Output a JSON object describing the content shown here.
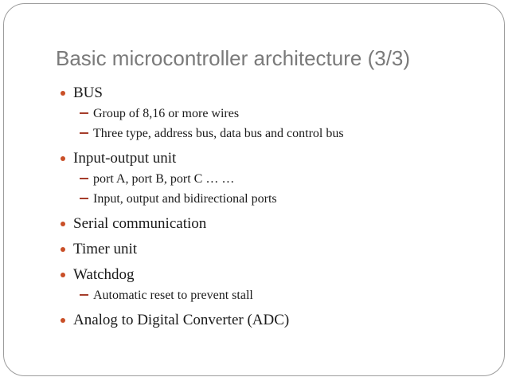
{
  "slide": {
    "title": "Basic microcontroller architecture (3/3)",
    "bullets": [
      {
        "level": 1,
        "text": "BUS"
      },
      {
        "level": 2,
        "text": "Group of 8,16 or more wires"
      },
      {
        "level": 2,
        "text": "Three type, address bus, data bus and control bus"
      },
      {
        "level": 1,
        "text": "Input-output unit"
      },
      {
        "level": 2,
        "text": "port A, port B, port C … …"
      },
      {
        "level": 2,
        "text": "Input, output and bidirectional ports"
      },
      {
        "level": 1,
        "text": "Serial communication"
      },
      {
        "level": 1,
        "text": "Timer unit"
      },
      {
        "level": 1,
        "text": "Watchdog"
      },
      {
        "level": 2,
        "text": "Automatic reset to prevent stall"
      },
      {
        "level": 1,
        "text": "Analog to Digital Converter (ADC)"
      }
    ],
    "colors": {
      "background": "#ffffff",
      "frame_border": "#9d9d9d",
      "title_text": "#7a7a7a",
      "body_text": "#1a1a1a",
      "bullet_dot": "#C94F27",
      "bullet_dash": "#A53D2B"
    }
  }
}
